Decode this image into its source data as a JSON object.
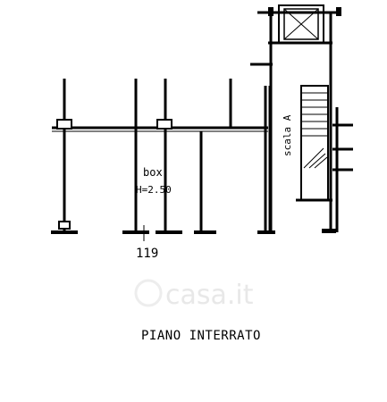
{
  "plan": {
    "box_label": "box",
    "height_label": "H=2.50",
    "stair_label": "scala A",
    "unit_number": "119",
    "floor_title": "PIANO INTERRATO",
    "watermark": "casa.it"
  }
}
